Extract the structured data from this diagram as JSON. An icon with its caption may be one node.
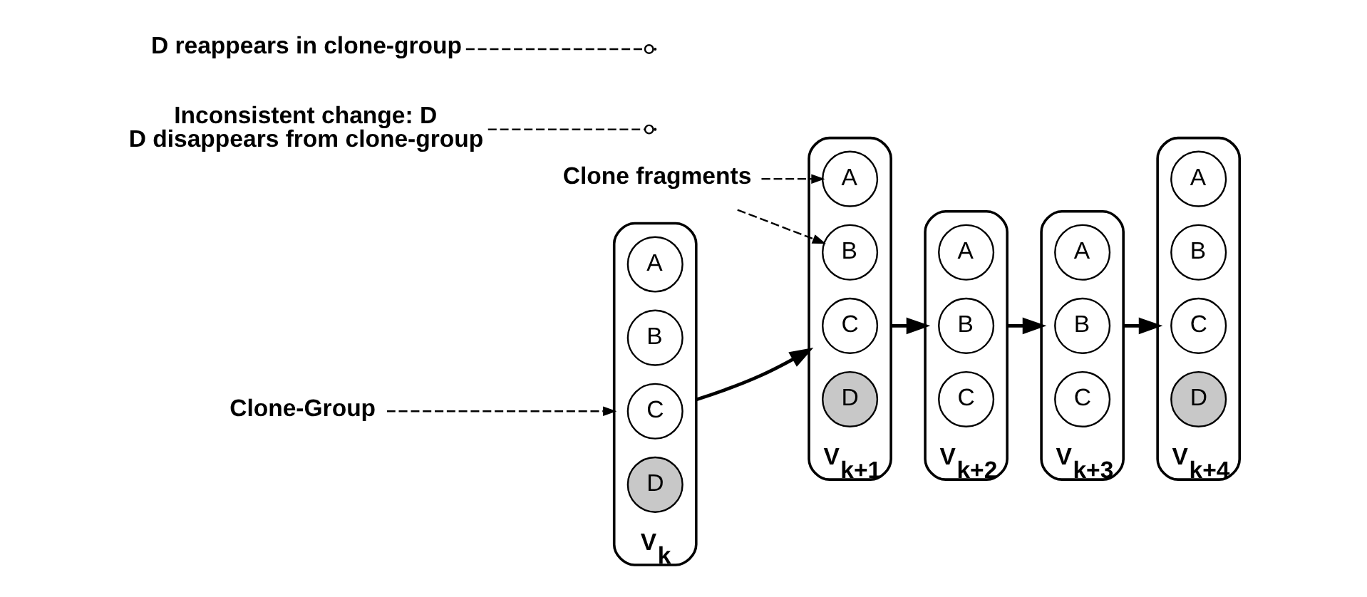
{
  "diagram": {
    "nodes": [
      {
        "text": [],
        "shape": "box",
        "beside": [
          "V$_{k}$"
        ]
      },
      {
        "text": [
          "A"
        ],
        "in": 0
      },
      {
        "text": [
          "B"
        ],
        "in": 0
      },
      {
        "text": [
          "C"
        ],
        "in": 0
      },
      {
        "text": [
          "D"
        ],
        "in": 0
      },
      {
        "text": [],
        "shape": "box",
        "beside": [
          "V$_{k+1}$"
        ]
      },
      {
        "text": [
          "A"
        ],
        "in": 5
      },
      {
        "text": [
          "B"
        ],
        "in": 5
      },
      {
        "text": [
          "C"
        ],
        "in": 5
      },
      {
        "text": [
          "D"
        ],
        "in": 5
      },
      {
        "text": [],
        "shape": "box",
        "beside": [
          "V$_{k+2}$"
        ]
      },
      {
        "text": [
          "A"
        ],
        "in": 10
      },
      {
        "text": [
          "B"
        ],
        "in": 10
      },
      {
        "text": [
          "C"
        ],
        "in": 10
      },
      {
        "text": [],
        "shape": "box",
        "beside": [
          "V$_{k+3}$"
        ]
      },
      {
        "text": [
          "A"
        ],
        "in": 14
      },
      {
        "text": [
          "B"
        ],
        "in": 14
      },
      {
        "text": [
          "C"
        ],
        "in": 14
      },
      {
        "text": [],
        "shape": "box",
        "beside": [
          "V$_{k+4}$"
        ]
      },
      {
        "text": [
          "A"
        ],
        "in": 18
      },
      {
        "text": [
          "B"
        ],
        "in": 18
      },
      {
        "text": [
          "C"
        ],
        "in": 18
      },
      {
        "text": [
          "D"
        ],
        "in": 18
      },
      {
        "text": [
          "Clone fragments"
        ]
      },
      {
        "text": [
          "Clone-Group"
        ]
      },
      {
        "text": [
          "Inconsistent change: D",
          "D disappears from clone-group"
        ]
      },
      {
        "text": [
          "D reappears in clone-group"
        ]
      }
    ],
    "edges": [
      {
        "from": 0,
        "to": 5,
        "arrow": "to"
      },
      {
        "from": 5,
        "to": 10,
        "arrow": "to"
      },
      {
        "from": 10,
        "to": 14,
        "arrow": "to"
      },
      {
        "from": 14,
        "to": 18,
        "arrow": "to"
      },
      {
        "from": 23,
        "to": 6,
        "arrow": "to",
        "style": "dashed"
      },
      {
        "from": 23,
        "to": 7,
        "arrow": "to",
        "style": "dashed"
      },
      {
        "from": 24,
        "to": 0,
        "arrow": "to",
        "style": "dashed"
      },
      {
        "from": 25,
        "to": null,
        "arrow": "other",
        "style": "dashed"
      },
      {
        "from": 26,
        "to": null,
        "arrow": "other",
        "style": "dashed"
      }
    ]
  }
}
